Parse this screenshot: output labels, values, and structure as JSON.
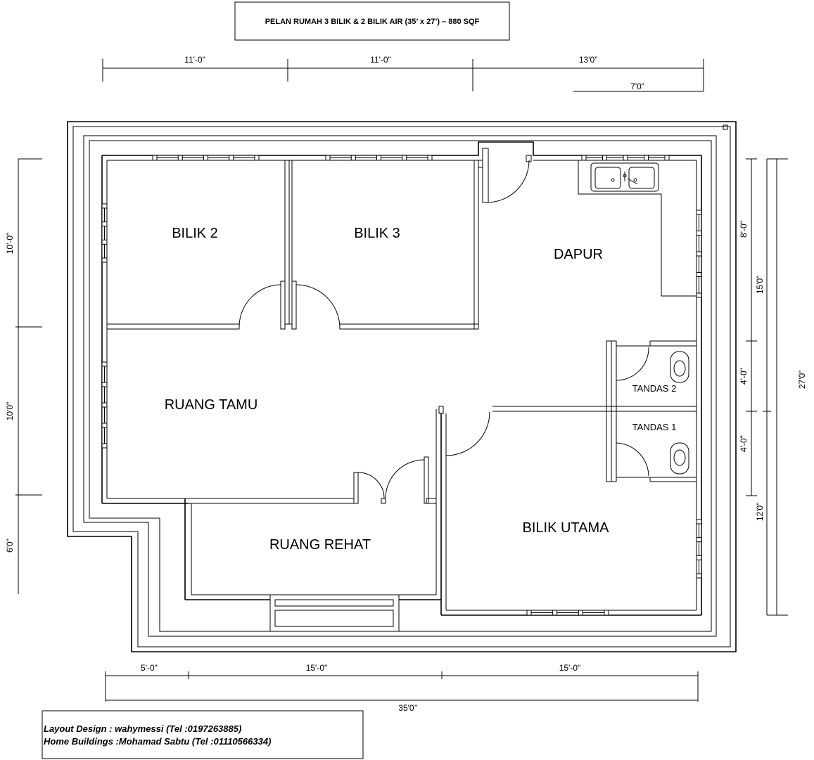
{
  "title": "PELAN RUMAH 3 BILIK & 2 BILIK AIR (35’ x 27’) – 880 SQF",
  "rooms": {
    "bilik2": "BILIK 2",
    "bilik3": "BILIK 3",
    "dapur": "DAPUR",
    "ruang_tamu": "RUANG TAMU",
    "ruang_rehat": "RUANG REHAT",
    "bilik_utama": "BILIK UTAMA",
    "tandas2": "TANDAS 2",
    "tandas1": "TANDAS 1"
  },
  "dimensions": {
    "top": [
      "11'-0\"",
      "11'-0\"",
      "13'0”"
    ],
    "top_sub": "7'0”",
    "bottom": [
      "5'-0\"",
      "15'-0\"",
      "15'-0\""
    ],
    "bottom_total": "35'0’’",
    "left": [
      "10'-0\"",
      "10'0\"",
      "6'0\""
    ],
    "right_inner": [
      "8'-0\"",
      "4'-0\"",
      "4'-0\""
    ],
    "right_middle": [
      "15'0”",
      "12'0”"
    ],
    "right_total": "27'0”"
  },
  "credits": {
    "line1": "Layout Design : wahymessi  (Tel :0197263885)",
    "line2": "Home Buildings :Mohamad Sabtu (Tel :01110566334)"
  }
}
